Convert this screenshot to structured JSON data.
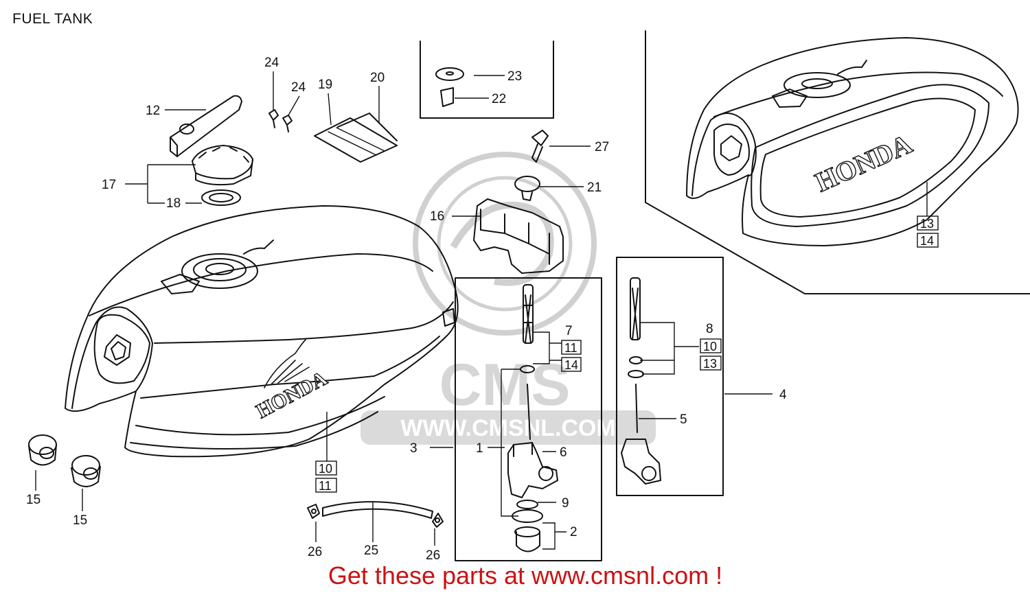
{
  "title": "FUEL TANK",
  "footer": "Get these parts at www.cmsnl.com !",
  "watermark": {
    "logo": "CMS",
    "url": "WWW.CMSNL.COM"
  },
  "tank_brand_left": "HONDA",
  "tank_brand_right": "HONDA",
  "callouts": {
    "p1": "1",
    "p2": "2",
    "p3": "3",
    "p4": "4",
    "p5": "5",
    "p6": "6",
    "p7": "7",
    "p8": "8",
    "p9": "9",
    "p10a": "10",
    "p10b": "10",
    "p11a": "11",
    "p11b": "11",
    "p12": "12",
    "p13a": "13",
    "p13b": "13",
    "p14a": "14",
    "p14b": "14",
    "p15a": "15",
    "p15b": "15",
    "p16": "16",
    "p17": "17",
    "p18": "18",
    "p19": "19",
    "p20": "20",
    "p21": "21",
    "p22": "22",
    "p23": "23",
    "p24a": "24",
    "p24b": "24",
    "p25": "25",
    "p26a": "26",
    "p26b": "26",
    "p27": "27"
  },
  "colors": {
    "line": "#111111",
    "footer": "#cc1111",
    "watermark": "#d0d0d0"
  }
}
